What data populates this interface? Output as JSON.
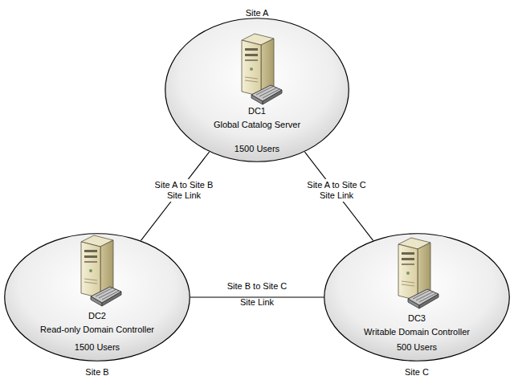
{
  "diagram": {
    "nodes": [
      {
        "text": [
          "Site A",
          "DC1",
          "Global Catalog Server",
          "1500 Users"
        ]
      },
      {
        "text": [
          "Site B",
          "DC2",
          "Read-only Domain Controller",
          "1500 Users"
        ]
      },
      {
        "text": [
          "Site C",
          "DC3",
          "Writable Domain Controller",
          "500 Users"
        ]
      }
    ],
    "edges": [
      {
        "from": 0,
        "to": 1,
        "arrow": "none",
        "label": "Site A to Site B Site Link"
      },
      {
        "from": 0,
        "to": 2,
        "arrow": "none",
        "label": "Site A to Site C Site Link"
      },
      {
        "from": 1,
        "to": 2,
        "arrow": "none",
        "label": "Site B to Site C Site Link"
      }
    ]
  }
}
